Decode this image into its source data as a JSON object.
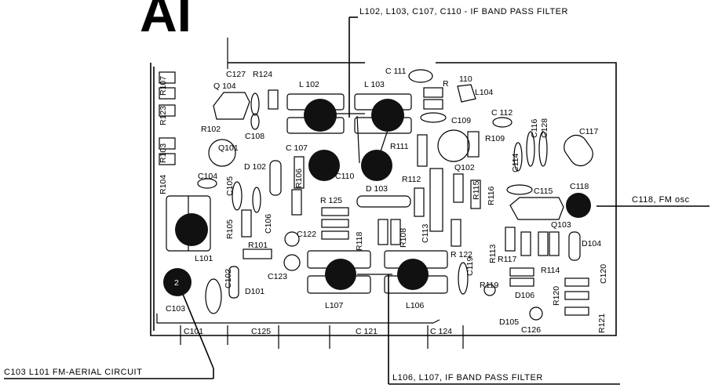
{
  "heading": "AI",
  "captions": {
    "top": "L102, L103, C107, C110 - IF BAND PASS FILTER",
    "right": "C118, FM osc",
    "bottom_left": "C103 L101 FM-AERIAL CIRCUIT",
    "bottom_right": "L106, L107, IF BAND PASS FILTER"
  },
  "components": {
    "R107": "R107",
    "R123": "R123",
    "R102": "R102",
    "R103": "R103",
    "R104": "R104",
    "C127": "C127",
    "R124": "R124",
    "Q104": "Q 104",
    "L102": "L 102",
    "L103": "L 103",
    "C111": "C 111",
    "R": "R",
    "R110": "110",
    "L104": "L104",
    "C108": "C108",
    "C109": "C109",
    "C112": "C 112",
    "C116": "C116",
    "C128": "C128",
    "C117": "C117",
    "Q101": "Q101",
    "C107": "C 107",
    "R111": "R111",
    "R109": "R109",
    "D102": "D 102",
    "R106": "R106",
    "C110": "C110",
    "Q102": "Q102",
    "C114": "C114",
    "C104": "C104",
    "C105": "C105",
    "R112": "R112",
    "D103": "D 103",
    "R115": "R115",
    "C115": "C115",
    "C118": "C118",
    "R116": "R116",
    "R105": "R105",
    "C106": "C106",
    "R125": "R 125",
    "C113": "C113",
    "Q103": "Q103",
    "C122": "C122",
    "R118": "R118",
    "R108": "R108",
    "D104": "D104",
    "R101": "R101",
    "L101": "L101",
    "R122": "R 122",
    "R113": "R113",
    "R117": "R117",
    "C120": "C120",
    "C102": "C102",
    "C123": "C123",
    "C119": "C119",
    "R114": "R114",
    "D101": "D101",
    "R119": "R119",
    "D106": "D106",
    "R120": "R120",
    "C103": "C103",
    "L107": "L107",
    "L106": "L106",
    "D105": "D105",
    "C126": "C126",
    "R121": "R121",
    "C101": "C101",
    "C125": "C125",
    "C121": "C 121",
    "C124": "C 124",
    "marker2": "2"
  }
}
